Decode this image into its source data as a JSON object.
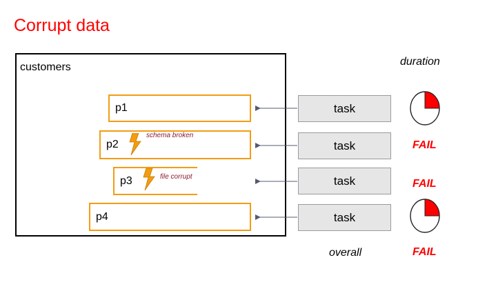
{
  "title": "Corrupt data",
  "table": {
    "label": "customers"
  },
  "partitions": [
    {
      "label": "p1",
      "note": ""
    },
    {
      "label": "p2",
      "note": "schema broken"
    },
    {
      "label": "p3",
      "note": "file corrupt"
    },
    {
      "label": "p4",
      "note": ""
    }
  ],
  "tasks": [
    {
      "label": "task"
    },
    {
      "label": "task"
    },
    {
      "label": "task"
    },
    {
      "label": "task"
    }
  ],
  "duration_header": "duration",
  "results": [
    {
      "kind": "duration-pie",
      "fraction_done": 0.25
    },
    {
      "kind": "status",
      "text": "FAIL"
    },
    {
      "kind": "status",
      "text": "FAIL"
    },
    {
      "kind": "duration-pie",
      "fraction_done": 0.25
    }
  ],
  "overall": {
    "label": "overall",
    "status": "FAIL"
  },
  "colors": {
    "title": "#ff0000",
    "fail": "#ff0000",
    "partition_border": "#f39c12",
    "bolt": "#f39c12",
    "note": "#8b1a2f",
    "task_fill": "#e6e6e6",
    "pie_fill": "#ff0000",
    "arrow": "#555b6e"
  }
}
